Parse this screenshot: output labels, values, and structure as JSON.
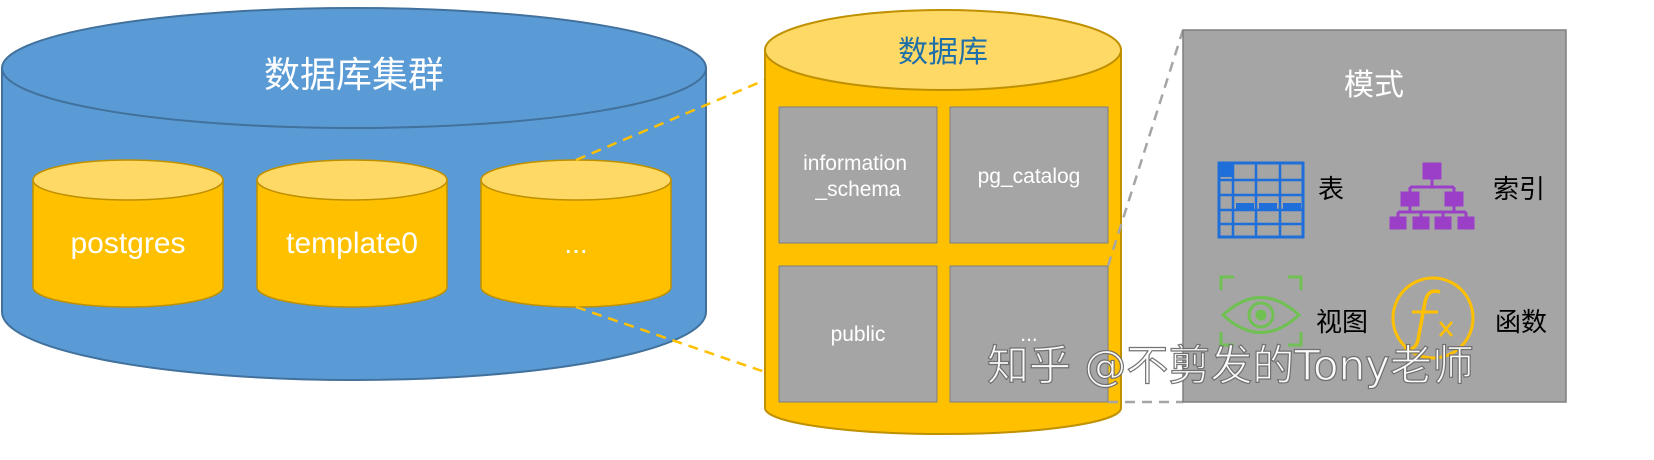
{
  "cluster": {
    "title": "数据库集群",
    "databases": [
      "postgres",
      "template0",
      "..."
    ]
  },
  "database": {
    "title": "数据库",
    "schemas": [
      "information\n_schema",
      "pg_catalog",
      "public",
      "..."
    ]
  },
  "schema": {
    "title": "模式",
    "items": [
      {
        "label": "表",
        "icon": "table-icon"
      },
      {
        "label": "索引",
        "icon": "hierarchy-icon"
      },
      {
        "label": "视图",
        "icon": "eye-icon"
      },
      {
        "label": "函数",
        "icon": "function-icon"
      }
    ]
  },
  "watermark": "知乎 @不剪发的Tony老师",
  "colors": {
    "cluster_blue": "#5B9BD5",
    "cluster_stroke": "#41719C",
    "gold": "#FFC000",
    "gold_top": "#FFD966",
    "gold_stroke": "#BF9000",
    "gray_box": "#A5A5A5",
    "schema_title": "#1F6FA8",
    "dash": "#FFC000"
  }
}
